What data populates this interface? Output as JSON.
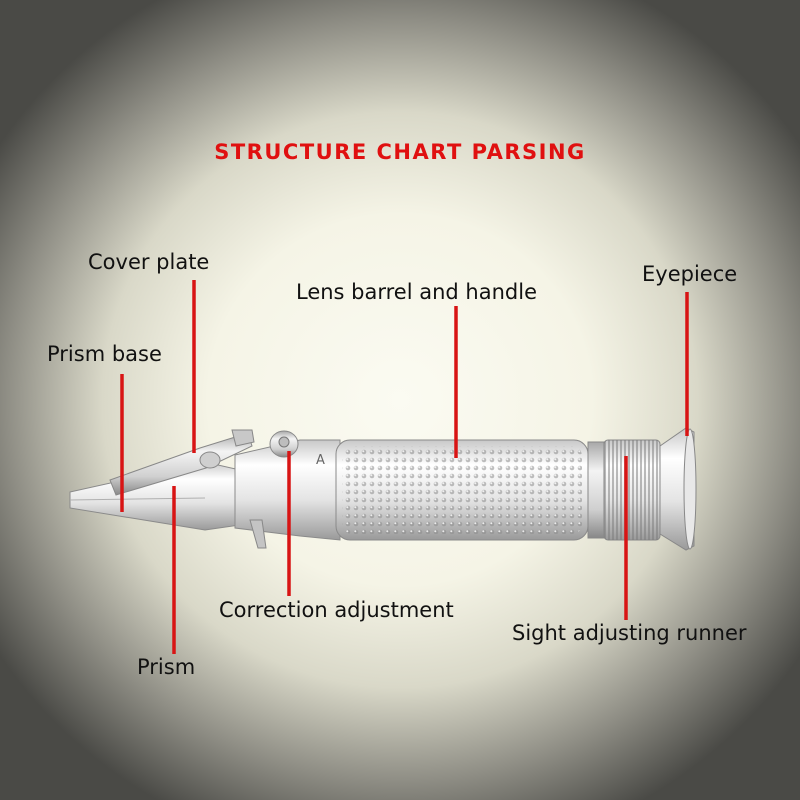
{
  "title": "STRUCTURE CHART PARSING",
  "labels": {
    "cover_plate": "Cover plate",
    "prism_base": "Prism base",
    "lens_barrel": "Lens barrel and handle",
    "eyepiece": "Eyepiece",
    "correction": "Correction adjustment",
    "prism": "Prism",
    "sight_runner": "Sight adjusting runner"
  },
  "colors": {
    "title": "#e01010",
    "leader_line": "#d81414",
    "label_text": "#111111"
  }
}
